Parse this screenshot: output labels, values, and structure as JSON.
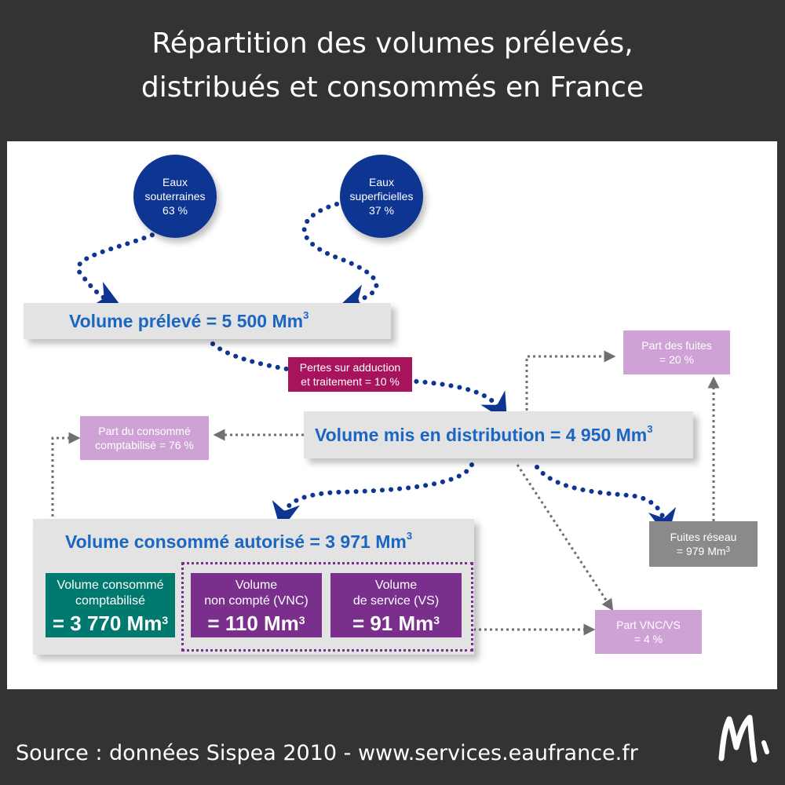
{
  "title": {
    "line1": "Répartition des volumes prélevés,",
    "line2": "distribués et consommés en France"
  },
  "source": "Source : données Sispea 2010 - www.services.eaufrance.fr",
  "logo_icon": "m-signature-logo",
  "colors": {
    "background": "#333333",
    "circle_blue": "#0d3591",
    "label_blue": "#1a66c2",
    "pink_box": "#cfa2d6",
    "magenta_box": "#a8135e",
    "teal_box": "#007a6e",
    "purple_box": "#7a2f8c",
    "gray_box": "#8a8a8a"
  },
  "diagram": {
    "sources": [
      {
        "line1": "Eaux",
        "line2": "souterraines",
        "line3": "63 %"
      },
      {
        "line1": "Eaux",
        "line2": "superficielles",
        "line3": "37 %"
      }
    ],
    "volume_preleve": {
      "text": "Volume prélevé = 5 500 Mm",
      "sup": "3"
    },
    "pertes": {
      "line1": "Pertes sur adduction",
      "line2": "et traitement = 10 %"
    },
    "volume_distribution": {
      "text": "Volume mis en distribution = 4 950 Mm",
      "sup": "3"
    },
    "part_fuites": {
      "line1": "Part des fuites",
      "line2": "= 20 %"
    },
    "part_consomme": {
      "line1": "Part du consommé",
      "line2": "comptabilisé = 76 %"
    },
    "volume_autorise": {
      "text": "Volume consommé autorisé = 3 971 Mm",
      "sup": "3"
    },
    "consomme_comptabilise": {
      "line1": "Volume consommé",
      "line2": "comptabilisé",
      "value": "= 3 770 Mm",
      "sup": "3"
    },
    "vnc": {
      "line1": "Volume",
      "line2": "non compté (VNC)",
      "value": "= 110 Mm",
      "sup": "3"
    },
    "vs": {
      "line1": "Volume",
      "line2": "de service (VS)",
      "value": "= 91 Mm",
      "sup": "3"
    },
    "fuites_reseau": {
      "line1": "Fuites réseau",
      "line2": "= 979 Mm",
      "sup": "3"
    },
    "part_vnc_vs": {
      "line1": "Part VNC/VS",
      "line2": "= 4 %"
    }
  }
}
